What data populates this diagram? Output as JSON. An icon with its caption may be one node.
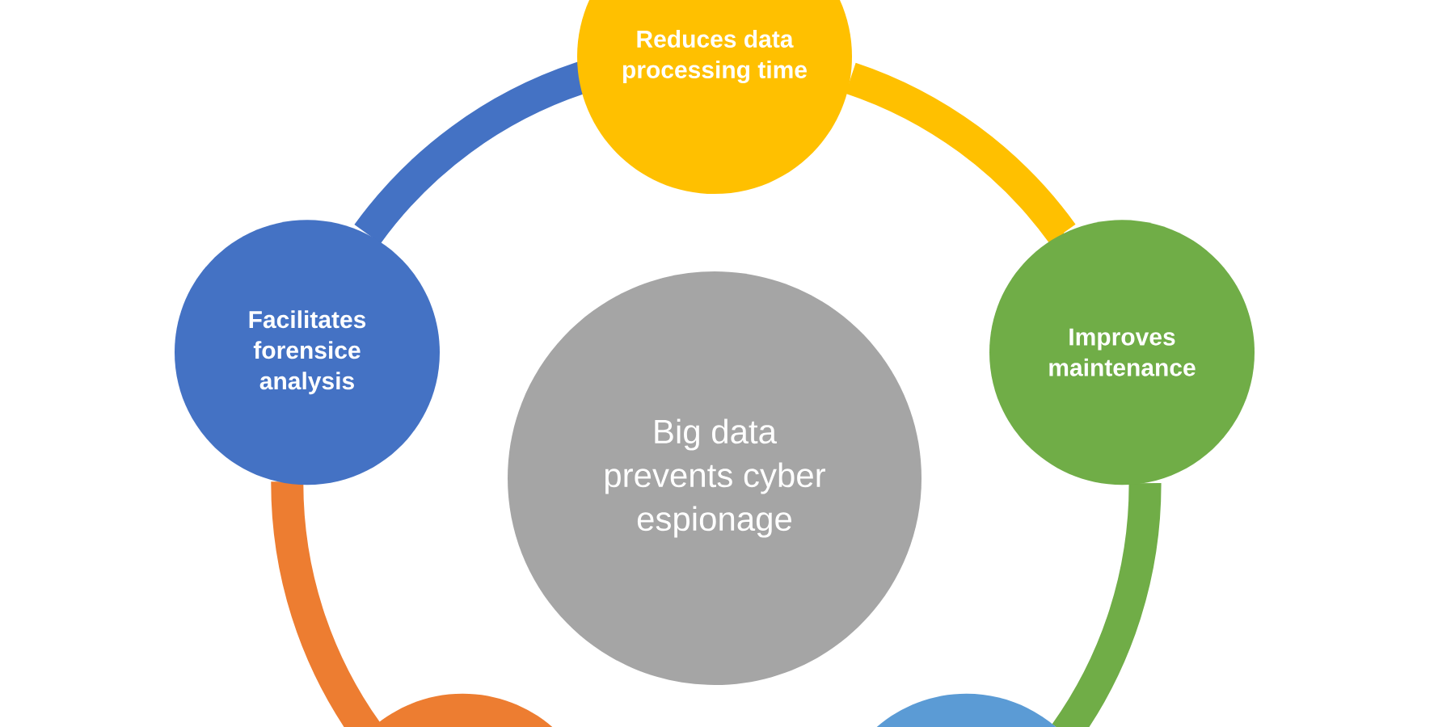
{
  "diagram": {
    "nodes": [
      {
        "text": [
          "Big data prevents cyber espionage"
        ]
      },
      {
        "text": [
          "Reduces data processing time"
        ]
      },
      {
        "text": [
          "Improves maintenance"
        ]
      },
      {
        "text": [],
        "shape": "circle"
      },
      {
        "text": [],
        "shape": "circle"
      },
      {
        "text": [
          "Facilitates forensice analysis"
        ]
      }
    ],
    "edges": [
      {
        "from": 5,
        "to": 1,
        "arrow": "none",
        "color": "#4472c4"
      },
      {
        "from": 1,
        "to": 2,
        "arrow": "none",
        "color": "#ffc000"
      },
      {
        "from": 2,
        "to": 4,
        "arrow": "none",
        "color": "#70ad47"
      },
      {
        "from": 3,
        "to": 5,
        "arrow": "none",
        "color": "#ed7d31"
      }
    ]
  }
}
